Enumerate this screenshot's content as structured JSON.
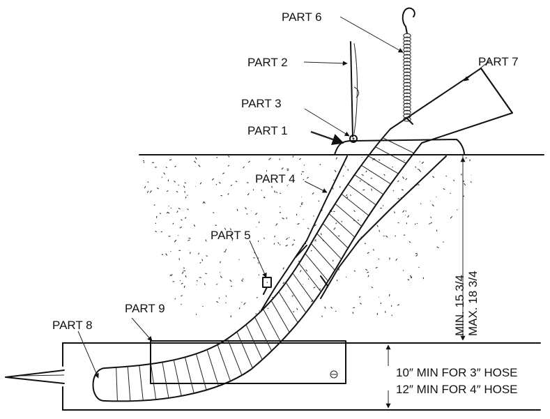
{
  "labels": {
    "part1": "PART 1",
    "part2": "PART 2",
    "part3": "PART 3",
    "part4": "PART 4",
    "part5": "PART 5",
    "part6": "PART 6",
    "part7": "PART 7",
    "part8": "PART 8",
    "part9": "PART 9"
  },
  "dimensions": {
    "depth_min": "MIN. 15 3/4",
    "depth_max": "MAX. 18 3/4",
    "hose_3": "10″ MIN FOR 3″ HOSE",
    "hose_4": "12″ MIN FOR 4″ HOSE"
  }
}
